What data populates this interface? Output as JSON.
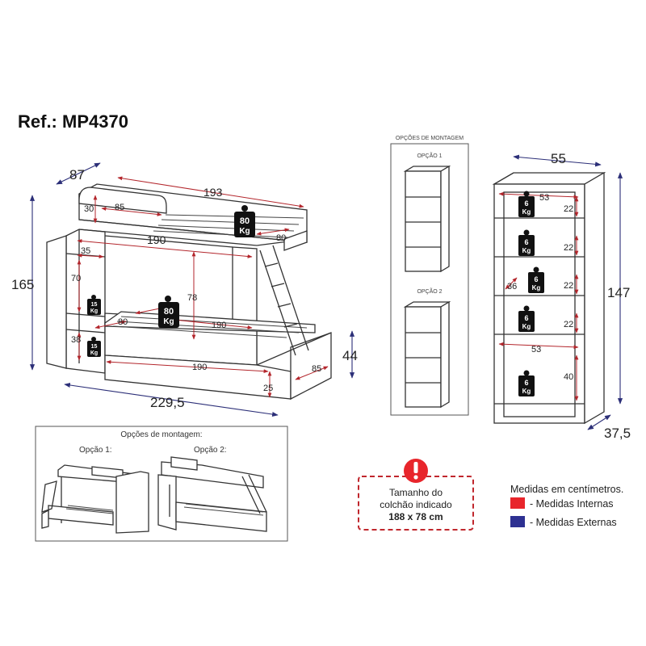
{
  "ref": "Ref.: MP4370",
  "bed": {
    "depth_top": "87",
    "length_top": "193",
    "height": "165",
    "head_30": "30",
    "head_85": "85",
    "upper_190": "190",
    "upper_80": "80",
    "cab_35": "35",
    "cab_70": "70",
    "cab_38": "38",
    "clear_78": "78",
    "lower_80": "80",
    "lower_190": "190",
    "drawer_190": "190",
    "drawer_85": "85",
    "drawer_25": "25",
    "drawer_44": "44",
    "total_229": "229,5",
    "wt_upper_num": "80",
    "wt_upper_unit": "Kg",
    "wt_lower_num": "80",
    "wt_lower_unit": "Kg",
    "wt_cab1_num": "15",
    "wt_cab1_unit": "Kg",
    "wt_cab2_num": "15",
    "wt_cab2_unit": "Kg"
  },
  "options_top": {
    "title": "OPÇÕES DE MONTAGEM",
    "opt1": "OPÇÃO 1",
    "opt2": "OPÇÃO 2"
  },
  "shelf": {
    "width": "55",
    "height": "147",
    "depth": "37,5",
    "inner_53a": "53",
    "inner_53b": "53",
    "inner_22a": "22",
    "inner_22b": "22",
    "inner_22c": "22",
    "inner_22d": "22",
    "inner_36": "36",
    "inner_40": "40",
    "wt_num": "6",
    "wt_unit": "Kg"
  },
  "options_bottom": {
    "title": "Opções de montagem:",
    "opt1": "Opção 1:",
    "opt2": "Opção 2:"
  },
  "mattress": {
    "line1": "Tamanho do",
    "line2": "colchão indicado",
    "line3": "188 x 78 cm",
    "alert_icon": "exclamation-icon"
  },
  "legend": {
    "title": "Medidas em centímetros.",
    "internal": "- Medidas Internas",
    "external": "- Medidas Externas",
    "internal_color": "#e8252b",
    "external_color": "#2e3192"
  }
}
